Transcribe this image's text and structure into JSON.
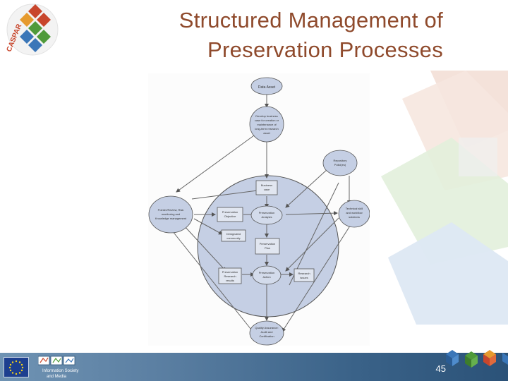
{
  "slide": {
    "title_line1": "Structured Management of",
    "title_line2": "Preservation Processes",
    "page_number": "45"
  },
  "logo": {
    "text": "CASPAR"
  },
  "footer": {
    "is_line1": "Information Society",
    "is_line2": "and Media"
  },
  "diagram": {
    "nodes": {
      "data_asset": "Data Asset",
      "business_case_1": "Develop business",
      "business_case_2": "case for creation or",
      "business_case_3": "maintenance of",
      "business_case_4": "long-term research",
      "business_case_5": "asset",
      "repository_1": "Repository",
      "repository_2": "Polici(es)",
      "business_case_box_1": "Business",
      "business_case_box_2": "case",
      "risk_1": "Pointer/Review, Risk",
      "risk_2": "monitoring and",
      "risk_3": "Knowledge management",
      "objective_1": "Preservation",
      "objective_2": "Objective",
      "analysis_1": "Preservation",
      "analysis_2": "Analysis",
      "technical_1": "Technical skill",
      "technical_2": "and workflow",
      "technical_3": "solutions",
      "community_1": "Designated",
      "community_2": "community",
      "plan_1": "Preservation",
      "plan_2": "Plan",
      "research_1": "Preservation",
      "research_2": "Research",
      "research_3": "results",
      "action_1": "Preservation",
      "action_2": "Action",
      "issues_1": "Research",
      "issues_2": "issues",
      "quality_1": "Quality Assurance:",
      "quality_2": "Audit and",
      "quality_3": "Certification"
    }
  },
  "colors": {
    "title": "#8f4a2c",
    "footer_dark": "#2b5278",
    "logo_red": "#c8462c",
    "logo_orange": "#e69a2e",
    "logo_green": "#4f9a3a",
    "logo_blue": "#3a76b8"
  },
  "icons": [
    "caspar-logo-icon",
    "eu-flag-icon",
    "information-society-icon",
    "cube-decoration-icon"
  ]
}
